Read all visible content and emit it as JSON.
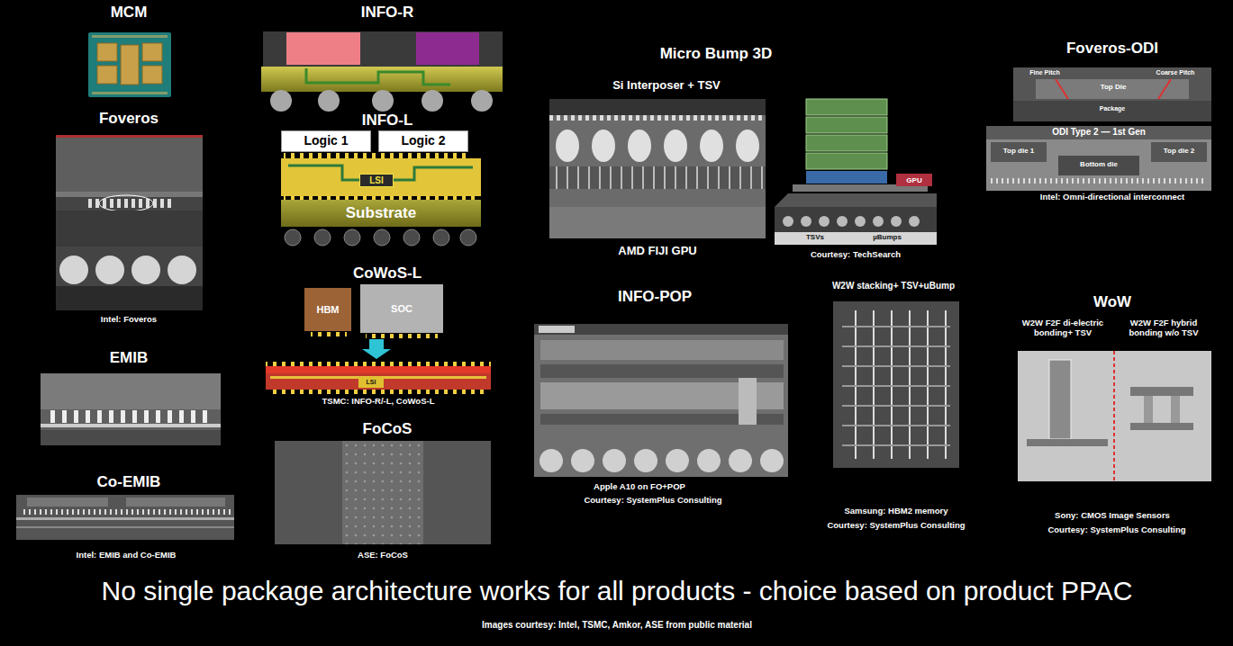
{
  "diagram": {
    "title": "No single package architecture works for all products - choice based on product PPAC",
    "caption": "Images courtesy: Intel, TSMC, Amkor, ASE from public material",
    "nodes": [
      {
        "text": [
          "Logic 1"
        ]
      },
      {
        "text": [
          "Logic 2"
        ]
      },
      {
        "text": [
          "LSI"
        ]
      },
      {
        "text": [
          "Substrate"
        ]
      },
      {
        "text": [
          "HBM"
        ]
      },
      {
        "text": [
          "SOC"
        ]
      },
      {
        "text": [
          "LSI"
        ]
      }
    ],
    "labels": [
      "MCM",
      "Foveros",
      "Intel: Foveros",
      "EMIB",
      "Co-EMIB",
      "Intel: EMIB and Co-EMIB",
      "INFO-R",
      "INFO-L",
      "CoWoS-L",
      "TSMC: INFO-R/-L, CoWoS-L",
      "FoCoS",
      "ASE: FoCoS",
      "Micro Bump 3D",
      "Si Interposer + TSV",
      "AMD FIJI GPU",
      "Courtesy: TechSearch",
      "TSVs",
      "µBumps",
      "GPU",
      "Foveros-ODI",
      "Fine Pitch",
      "Coarse Pitch",
      "Top Die",
      "Package",
      "ODI Type 2 — 1st Gen",
      "Top die 1",
      "Bottom die",
      "Top die 2",
      "Intel: Omni-directional interconnect",
      "INFO-POP",
      "Apple A10 on FO+POP",
      "Courtesy: SystemPlus Consulting",
      "W2W stacking+ TSV+uBump",
      "Samsung: HBM2 memory",
      "Courtesy: SystemPlus Consulting",
      "WoW",
      "W2W F2F di-electric bonding+ TSV",
      "W2W F2F hybrid bonding w/o TSV",
      "Sony: CMOS Image Sensors",
      "Courtesy: SystemPlus Consulting"
    ]
  }
}
